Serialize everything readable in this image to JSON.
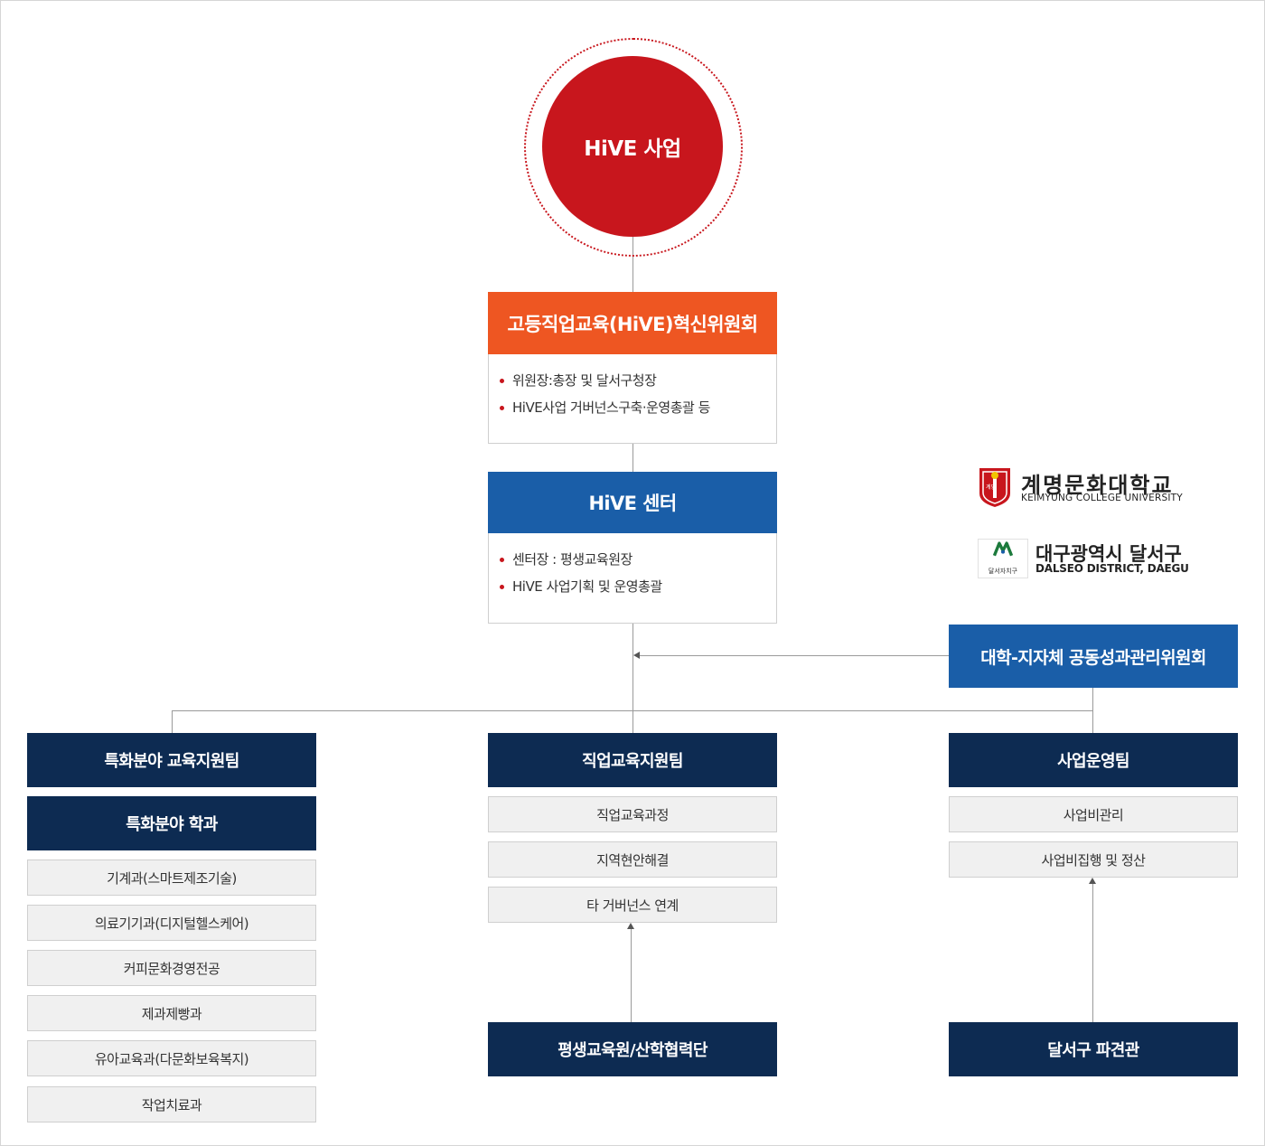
{
  "top": {
    "label": "HiVE 사업"
  },
  "committee": {
    "title": "고등직업교육(HiVE)혁신위원회",
    "items": [
      "위원장:총장 및 달서구청장",
      "HiVE사업 거버넌스구축·운영총괄 등"
    ]
  },
  "center": {
    "title": "HiVE 센터",
    "items": [
      "센터장 : 평생교육원장",
      "HiVE 사업기획 및 운영총괄"
    ]
  },
  "joint": {
    "title": "대학-지자체 공동성과관리위원회"
  },
  "logos": {
    "university_ko": "계명문화대학교",
    "university_en": "KEIMYUNG COLLEGE UNIVERSITY",
    "emblem_text": "계명",
    "district_ko": "대구광역시 달서구",
    "district_en": "DALSEO DISTRICT, DAEGU",
    "district_caption": "달서자치구"
  },
  "teams": {
    "special": {
      "title": "특화분야 교육지원팀",
      "dept_title": "특화분야 학과",
      "items": [
        "기계과(스마트제조기술)",
        "의료기기과(디지털헬스케어)",
        "커피문화경영전공",
        "제과제빵과",
        "유아교육과(다문화보육복지)",
        "작업치료과"
      ]
    },
    "vocational": {
      "title": "직업교육지원팀",
      "items": [
        "직업교육과정",
        "지역현안해결",
        "타 거버넌스 연계"
      ],
      "source": "평생교육원/산학협력단"
    },
    "operation": {
      "title": "사업운영팀",
      "items": [
        "사업비관리",
        "사업비집행 및 정산"
      ],
      "source": "달서구 파견관"
    }
  },
  "colors": {
    "red": "#c8161d",
    "orange": "#ee5622",
    "blue": "#1a5ea8",
    "navy": "#0d2b52",
    "gray_box": "#f0f0f0"
  }
}
